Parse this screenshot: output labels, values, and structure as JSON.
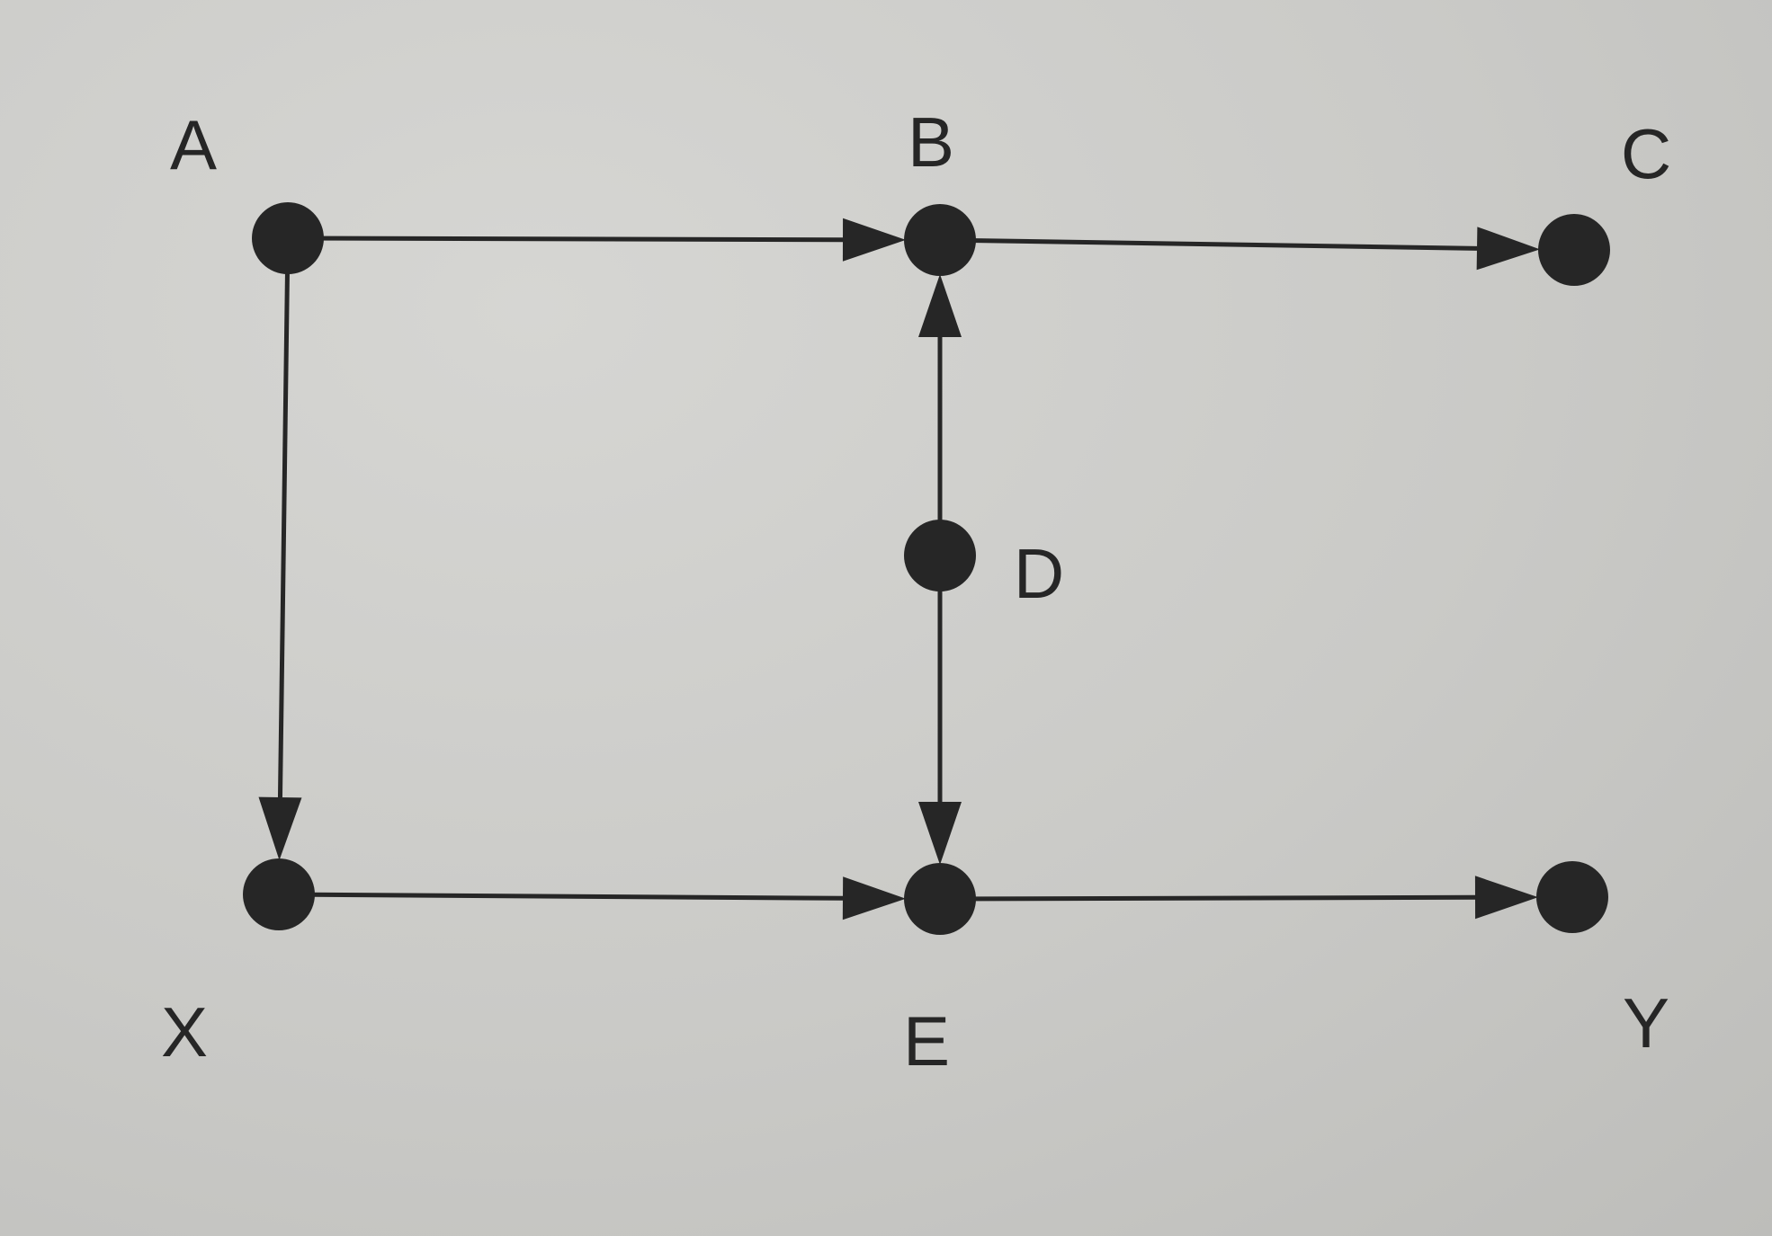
{
  "diagram": {
    "type": "directed-graph",
    "nodes": [
      {
        "id": "A",
        "label": "A"
      },
      {
        "id": "B",
        "label": "B"
      },
      {
        "id": "C",
        "label": "C"
      },
      {
        "id": "D",
        "label": "D"
      },
      {
        "id": "X",
        "label": "X"
      },
      {
        "id": "E",
        "label": "E"
      },
      {
        "id": "Y",
        "label": "Y"
      }
    ],
    "edges": [
      {
        "from": "A",
        "to": "B"
      },
      {
        "from": "B",
        "to": "C"
      },
      {
        "from": "A",
        "to": "X"
      },
      {
        "from": "D",
        "to": "B"
      },
      {
        "from": "D",
        "to": "E"
      },
      {
        "from": "X",
        "to": "E"
      },
      {
        "from": "E",
        "to": "Y"
      }
    ],
    "colors": {
      "ink": "#262626",
      "paper": "#cfcfcc"
    }
  }
}
